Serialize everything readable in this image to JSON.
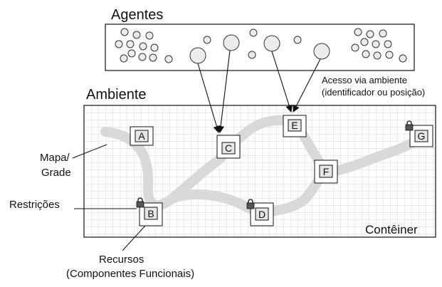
{
  "labels": {
    "agents": "Agentes",
    "environment": "Ambiente",
    "access_line1": "Acesso via ambiente",
    "access_line2": "(identificador ou posição)",
    "map_line1": "Mapa/",
    "map_line2": "Grade",
    "restrictions": "Restrições",
    "container": "Contêiner",
    "resources_line1": "Recursos",
    "resources_line2": "(Componentes Funcionais)"
  },
  "resources": [
    "A",
    "B",
    "C",
    "D",
    "E",
    "F",
    "G"
  ],
  "locked_resources": [
    "B",
    "D",
    "G"
  ]
}
